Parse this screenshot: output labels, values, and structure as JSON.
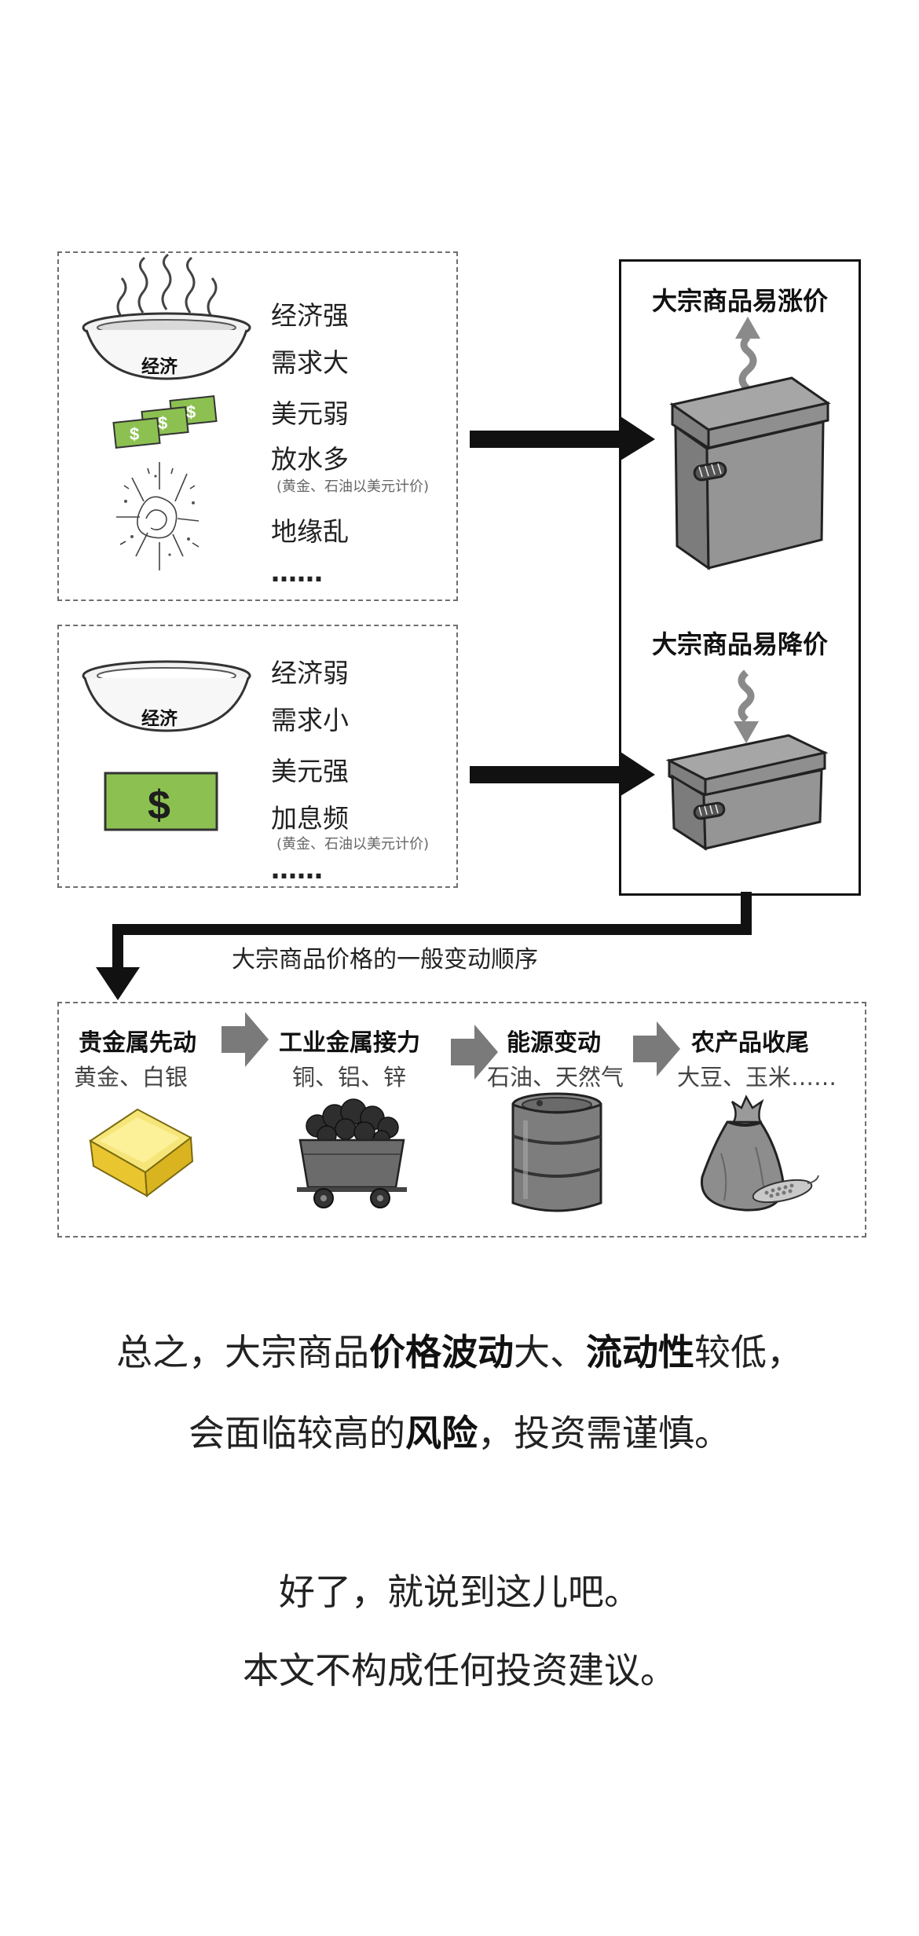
{
  "top_panel": {
    "bowl_label": "经济",
    "factors": [
      "经济强",
      "需求大",
      "美元弱",
      "放水多"
    ],
    "note": "(黄金、石油以美元计价)",
    "factor_last": "地缘乱",
    "ellipsis": "……"
  },
  "bottom_panel": {
    "bowl_label": "经济",
    "factors": [
      "经济弱",
      "需求小",
      "美元强",
      "加息频"
    ],
    "note": "(黄金、石油以美元计价)",
    "ellipsis": "……"
  },
  "result_box": {
    "rise_label": "大宗商品易涨价",
    "fall_label": "大宗商品易降价"
  },
  "sequence": {
    "title": "大宗商品价格的一般变动顺序",
    "stages": [
      {
        "title": "贵金属先动",
        "items": "黄金、白银",
        "icon": "gold-bar-icon"
      },
      {
        "title": "工业金属接力",
        "items": "铜、铝、锌",
        "icon": "ore-cart-icon"
      },
      {
        "title": "能源变动",
        "items": "石油、天然气",
        "icon": "oil-barrel-icon"
      },
      {
        "title": "农产品收尾",
        "items": "大豆、玉米……",
        "icon": "grain-sack-icon"
      }
    ]
  },
  "summary": {
    "line1": [
      "总之，大宗商品",
      "价格波动",
      "大、",
      "流动性",
      "较低，"
    ],
    "line2": [
      "会面临较高的",
      "风险",
      "，投资需谨慎。"
    ],
    "line3": "好了，就说到这儿吧。",
    "line4": "本文不构成任何投资建议。"
  },
  "colors": {
    "green": "#8cc152",
    "box_gray": "#8e8e8e",
    "arrow_gray": "#7a7a7a",
    "gold": "#f0d84a"
  }
}
